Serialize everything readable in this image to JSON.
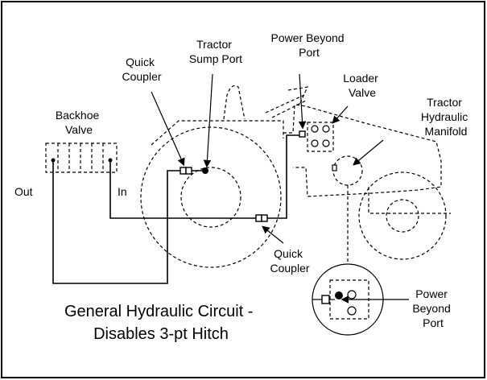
{
  "labels": {
    "backhoe_valve": [
      "Backhoe",
      "Valve"
    ],
    "out": "Out",
    "in": "In",
    "quick_coupler_top": [
      "Quick",
      "Coupler"
    ],
    "tractor_sump_port": [
      "Tractor",
      "Sump Port"
    ],
    "power_beyond_port_top": [
      "Power Beyond",
      "Port"
    ],
    "loader_valve": [
      "Loader",
      "Valve"
    ],
    "tractor_hydraulic_manifold": [
      "Tractor",
      "Hydraulic",
      "Manifold"
    ],
    "quick_coupler_bottom": [
      "Quick",
      "Coupler"
    ],
    "power_beyond_port_detail": [
      "Power",
      "Beyond",
      "Port"
    ]
  },
  "title": [
    "General Hydraulic Circuit -",
    "Disables 3-pt Hitch"
  ]
}
